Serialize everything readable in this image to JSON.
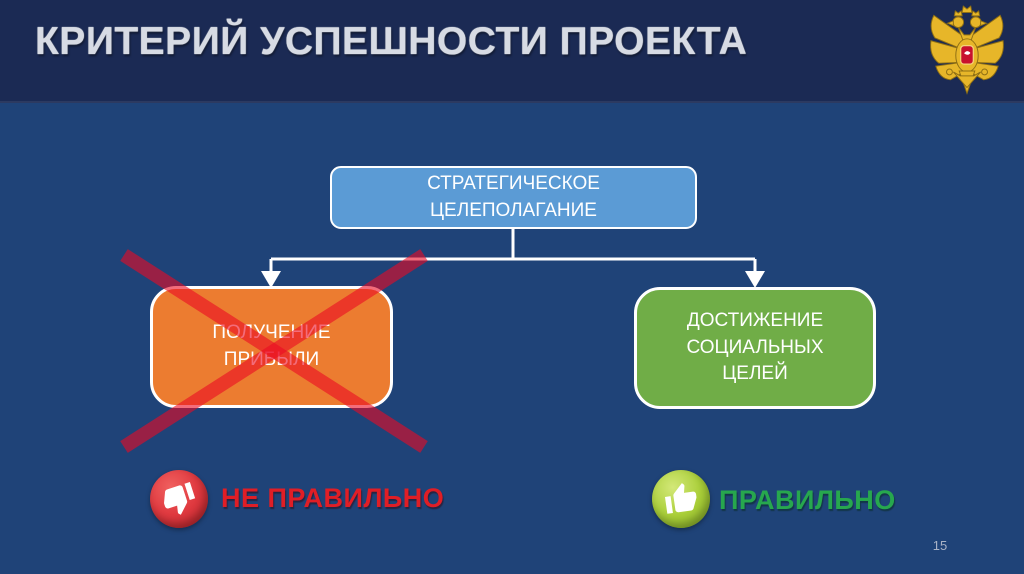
{
  "slide": {
    "title": "КРИТЕРИЙ УСПЕШНОСТИ ПРОЕКТА",
    "page_number": "15"
  },
  "header": {
    "emblem_icon": "russian-coat-of-arms",
    "background_color": "#1B2A54"
  },
  "diagram": {
    "type": "flowchart",
    "root": {
      "label": "СТРАТЕГИЧЕСКОЕ ЦЕЛЕПОЛАГАНИЕ",
      "fill_color": "#5B9BD5"
    },
    "children": [
      {
        "label": "ПОЛУЧЕНИЕ ПРИБЫЛИ",
        "fill_color": "#EC7C30",
        "crossed_out": true
      },
      {
        "label": "ДОСТИЖЕНИЕ СОЦИАЛЬНЫХ ЦЕЛЕЙ",
        "fill_color": "#70AD47",
        "crossed_out": false
      }
    ],
    "cross_color": "#C0233B",
    "connector_color": "#FFFFFF"
  },
  "verdicts": [
    {
      "icon": "thumbs-down",
      "label": "НЕ ПРАВИЛЬНО",
      "color": "#E01E26"
    },
    {
      "icon": "thumbs-up",
      "label": "ПРАВИЛЬНО",
      "color": "#27A74E"
    }
  ],
  "colors": {
    "body_background": "#1F4378",
    "header_background": "#1B2A54"
  }
}
